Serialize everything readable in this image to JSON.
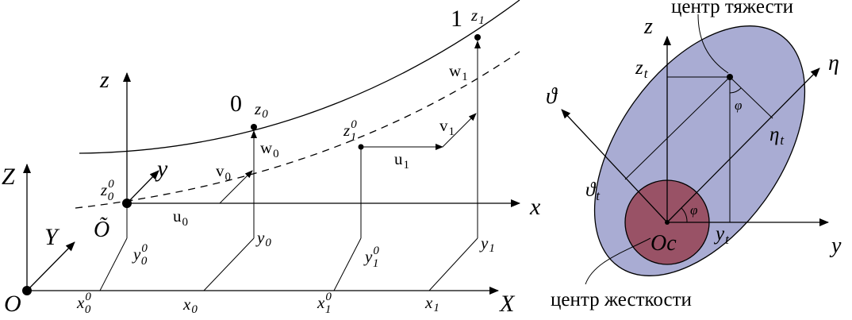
{
  "colors": {
    "ellipse_fill": "#a9acd3",
    "circle_fill": "#995266",
    "stroke": "#000000"
  },
  "left": {
    "origin": "O",
    "axis_X": "X",
    "axis_Y": "Y",
    "axis_Z": "Z",
    "origin_tilde": "Õ",
    "axis_x": "x",
    "axis_y": "y",
    "axis_z": "z",
    "point0": "0",
    "point1": "1",
    "z0": "z",
    "z0_sub": "0",
    "z1": "z",
    "z1_sub": "1",
    "z00": "z",
    "z00_sup": "0",
    "z00_sub": "0",
    "z01": "z",
    "z01_sup": "0",
    "z01_sub": "1",
    "u0": "u",
    "u0_sub": "0",
    "u1": "u",
    "u1_sub": "1",
    "v0": "v",
    "v0_sub": "0",
    "v1": "v",
    "v1_sub": "1",
    "w0": "w",
    "w0_sub": "0",
    "w1": "w",
    "w1_sub": "1",
    "y00": "y",
    "y00_sup": "0",
    "y00_sub": "0",
    "y0": "y",
    "y0_sub": "0",
    "y01": "y",
    "y01_sup": "0",
    "y01_sub": "1",
    "y1": "y",
    "y1_sub": "1",
    "x00": "x",
    "x00_sup": "0",
    "x00_sub": "0",
    "x0": "x",
    "x0_sub": "0",
    "x01": "x",
    "x01_sup": "0",
    "x01_sub": "1",
    "x1": "x",
    "x1_sub": "1"
  },
  "right": {
    "center_of_gravity": "центр тяжести",
    "center_of_stiffness": "центр жесткости",
    "axis_z": "z",
    "axis_y": "y",
    "axis_eta": "η",
    "axis_theta": "ϑ",
    "zt": "z",
    "zt_sub": "t",
    "yt": "y",
    "yt_sub": "t",
    "eta_t": "η",
    "eta_t_sub": "t",
    "theta_t": "ϑ",
    "theta_t_sub": "t",
    "phi_top": "φ",
    "phi_bottom": "φ",
    "oc": "Oc"
  }
}
